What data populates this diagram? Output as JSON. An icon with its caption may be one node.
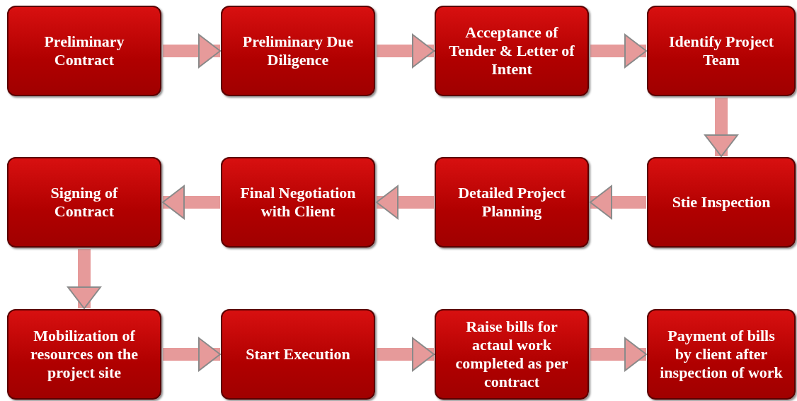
{
  "diagram": {
    "nodes": [
      {
        "text": [
          "Preliminary Contract"
        ]
      },
      {
        "text": [
          "Preliminary Due Diligence"
        ]
      },
      {
        "text": [
          "Acceptance of Tender & Letter of Intent"
        ]
      },
      {
        "text": [
          "Identify Project Team"
        ]
      },
      {
        "text": [
          "Signing of Contract"
        ]
      },
      {
        "text": [
          "Final Negotiation with Client"
        ]
      },
      {
        "text": [
          "Detailed Project Planning"
        ]
      },
      {
        "text": [
          "Stie Inspection"
        ]
      },
      {
        "text": [
          "Mobilization of resources on the project site"
        ]
      },
      {
        "text": [
          "Start Execution"
        ]
      },
      {
        "text": [
          "Raise bills for actaul work completed as per contract"
        ]
      },
      {
        "text": [
          "Payment of bills by client after inspection of work"
        ]
      }
    ],
    "edges": [
      {
        "from": 0,
        "to": 1,
        "arrow": "to"
      },
      {
        "from": 1,
        "to": 2,
        "arrow": "to"
      },
      {
        "from": 2,
        "to": 3,
        "arrow": "to"
      },
      {
        "from": 3,
        "to": 7,
        "arrow": "to"
      },
      {
        "from": 7,
        "to": 6,
        "arrow": "to"
      },
      {
        "from": 6,
        "to": 5,
        "arrow": "to"
      },
      {
        "from": 5,
        "to": 4,
        "arrow": "to"
      },
      {
        "from": 4,
        "to": 8,
        "arrow": "to"
      },
      {
        "from": 8,
        "to": 9,
        "arrow": "to"
      },
      {
        "from": 9,
        "to": 10,
        "arrow": "to"
      },
      {
        "from": 10,
        "to": 11,
        "arrow": "to"
      }
    ]
  }
}
